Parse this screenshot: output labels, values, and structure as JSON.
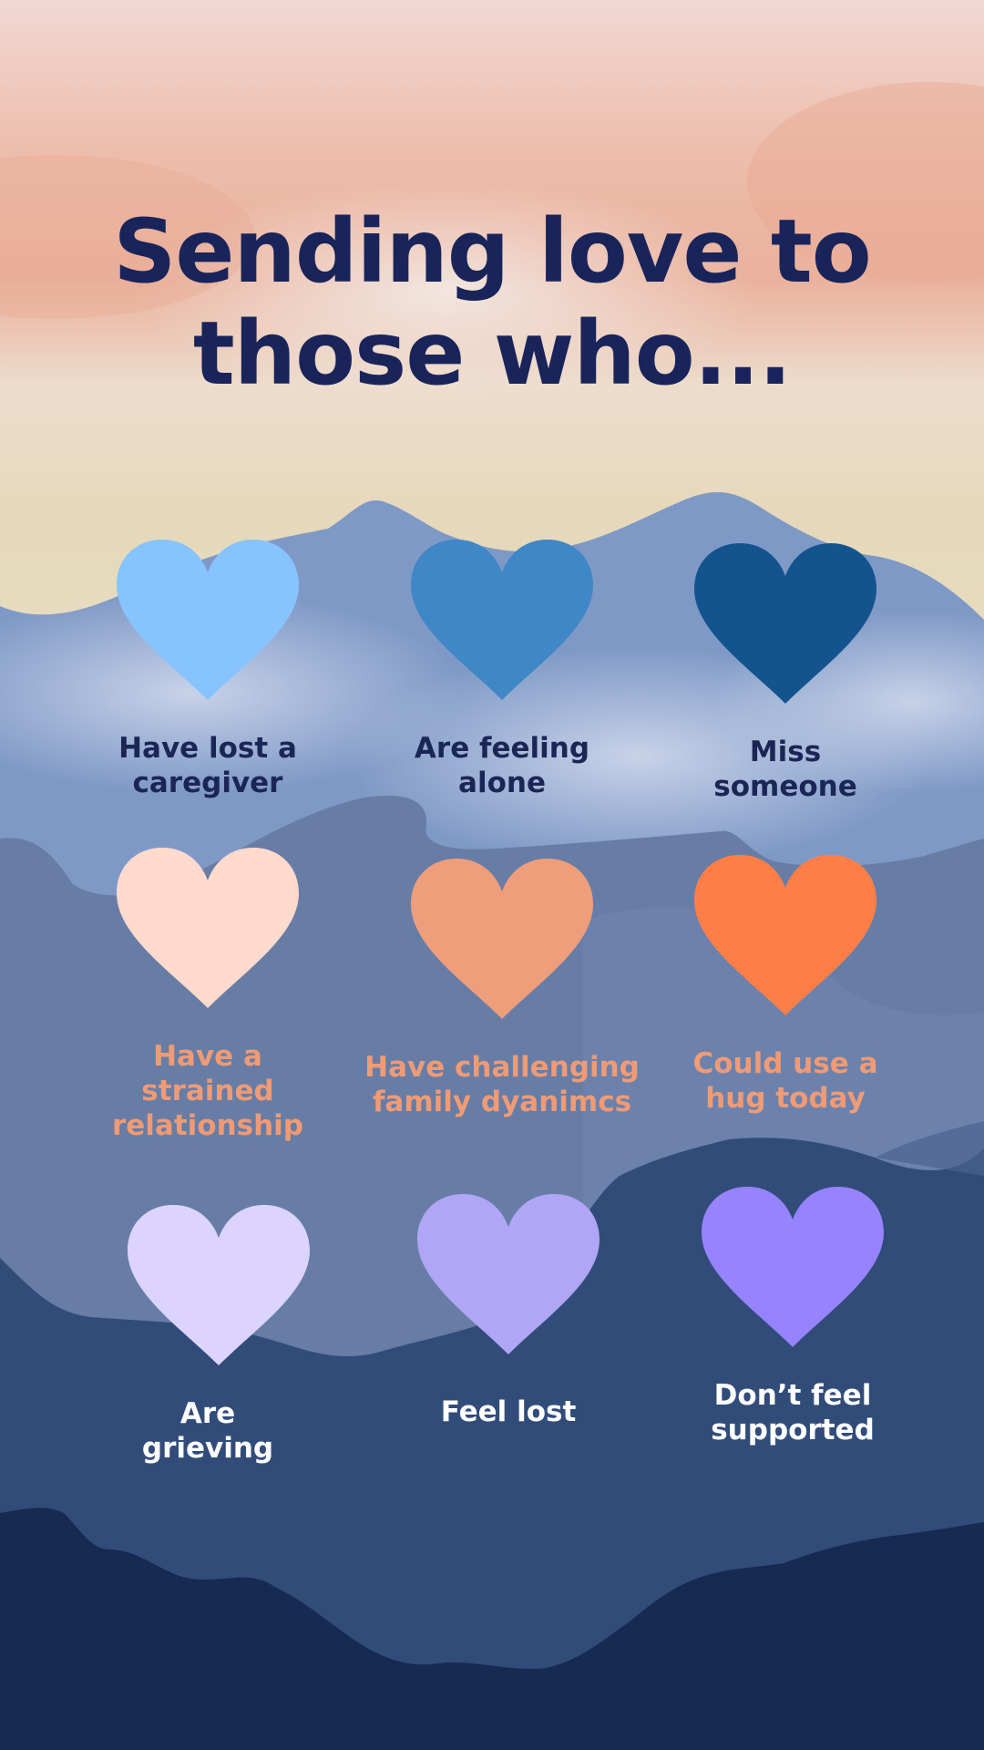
{
  "title": {
    "line1": "Sending love to",
    "line2": "those who..."
  },
  "colors": {
    "title_text": "#19245a",
    "row1_label": "#1b2656",
    "row2_label": "#ef9b76",
    "row3_label": "#ffffff"
  },
  "hearts": [
    {
      "label": "Have lost a\ncaregiver",
      "color": "#86c3ff"
    },
    {
      "label": "Are feeling\nalone",
      "color": "#3f87c6"
    },
    {
      "label": "Miss\nsomeone",
      "color": "#13548e"
    },
    {
      "label": "Have a\nstrained\nrelationship",
      "color": "#ffdacd"
    },
    {
      "label": "Have challenging\nfamily dyanimcs",
      "color": "#ee9e7b"
    },
    {
      "label": "Could use a\nhug today",
      "color": "#fd7e47"
    },
    {
      "label": "Are\ngrieving",
      "color": "#dcd4ff"
    },
    {
      "label": "Feel lost",
      "color": "#b0a6f5"
    },
    {
      "label": "Don’t feel\nsupported",
      "color": "#9683fd"
    }
  ]
}
